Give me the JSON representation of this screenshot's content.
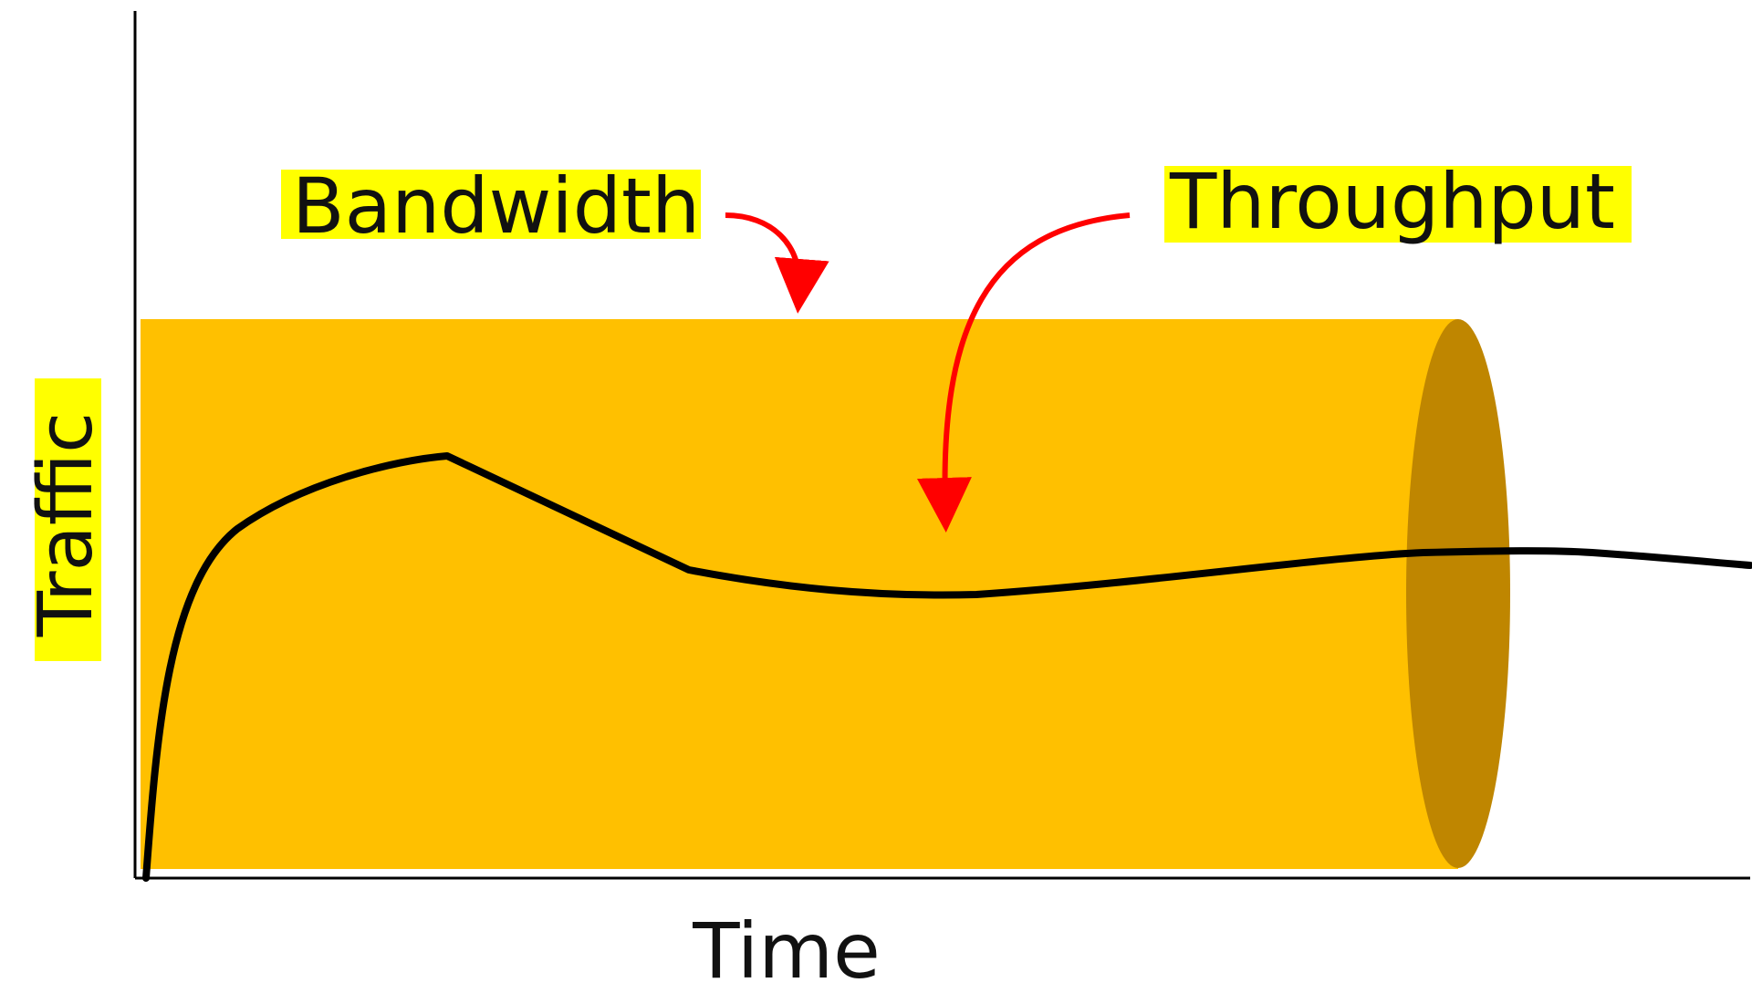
{
  "labels": {
    "bandwidth": "Bandwidth",
    "throughput": "Throughput",
    "y_axis": "Traffic",
    "x_axis": "Time"
  },
  "colors": {
    "pipe_fill": "#FFC000",
    "pipe_end_fill": "#BF8600",
    "highlight": "#FFFF00",
    "arrow": "#FF0000",
    "curve": "#000000",
    "axis": "#000000"
  },
  "icons": {
    "bandwidth_pointer": "red-curved-arrow",
    "throughput_pointer": "red-curved-arrow"
  }
}
